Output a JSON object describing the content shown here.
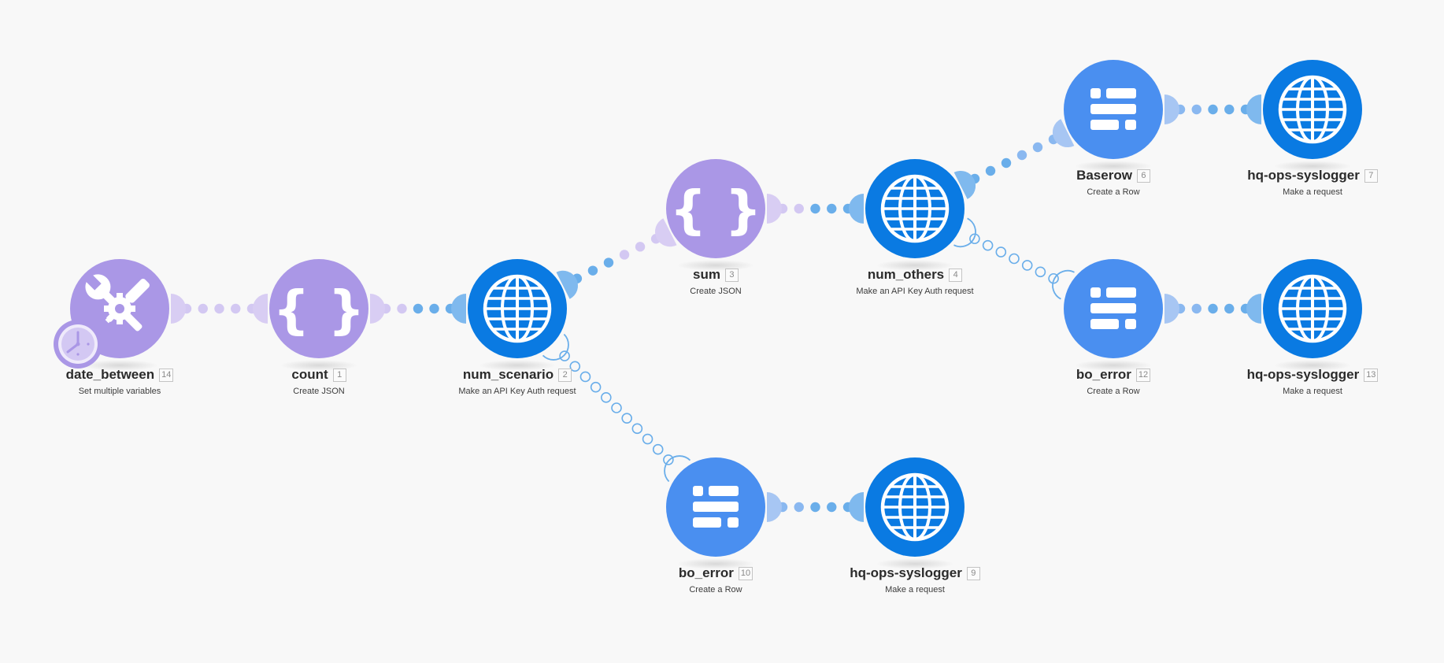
{
  "colors": {
    "tools": "#aa97e6",
    "json": "#aa97e6",
    "http": "#0a7ae2",
    "baserow": "#4a8ff0",
    "canvas": "#f8f8f8"
  },
  "nodes": [
    {
      "key": "date_between",
      "title": "date_between",
      "id": "14",
      "subtitle": "Set multiple variables",
      "icon": "tools-icon"
    },
    {
      "key": "count",
      "title": "count",
      "id": "1",
      "subtitle": "Create JSON",
      "icon": "json-braces-icon"
    },
    {
      "key": "num_scenario",
      "title": "num_scenario",
      "id": "2",
      "subtitle": "Make an API Key Auth request",
      "icon": "globe-icon"
    },
    {
      "key": "sum",
      "title": "sum",
      "id": "3",
      "subtitle": "Create JSON",
      "icon": "json-braces-icon"
    },
    {
      "key": "num_others",
      "title": "num_others",
      "id": "4",
      "subtitle": "Make an API Key Auth request",
      "icon": "globe-icon"
    },
    {
      "key": "baserow",
      "title": "Baserow",
      "id": "6",
      "subtitle": "Create a Row",
      "icon": "baserow-icon"
    },
    {
      "key": "logger_7",
      "title": "hq-ops-syslogger",
      "id": "7",
      "subtitle": "Make a request",
      "icon": "globe-icon"
    },
    {
      "key": "bo_error_12",
      "title": "bo_error",
      "id": "12",
      "subtitle": "Create a Row",
      "icon": "baserow-icon"
    },
    {
      "key": "logger_13",
      "title": "hq-ops-syslogger",
      "id": "13",
      "subtitle": "Make a request",
      "icon": "globe-icon"
    },
    {
      "key": "bo_error_10",
      "title": "bo_error",
      "id": "10",
      "subtitle": "Create a Row",
      "icon": "baserow-icon"
    },
    {
      "key": "logger_9",
      "title": "hq-ops-syslogger",
      "id": "9",
      "subtitle": "Make a request",
      "icon": "globe-icon"
    }
  ],
  "connections": [
    {
      "from": "date_between",
      "to": "count",
      "style": "solid"
    },
    {
      "from": "count",
      "to": "num_scenario",
      "style": "solid"
    },
    {
      "from": "num_scenario",
      "to": "sum",
      "style": "solid"
    },
    {
      "from": "num_scenario",
      "to": "bo_error_10",
      "style": "error-route"
    },
    {
      "from": "sum",
      "to": "num_others",
      "style": "solid"
    },
    {
      "from": "num_others",
      "to": "baserow",
      "style": "solid"
    },
    {
      "from": "num_others",
      "to": "bo_error_12",
      "style": "error-route"
    },
    {
      "from": "baserow",
      "to": "logger_7",
      "style": "solid"
    },
    {
      "from": "bo_error_12",
      "to": "logger_13",
      "style": "solid"
    },
    {
      "from": "bo_error_10",
      "to": "logger_9",
      "style": "solid"
    }
  ]
}
